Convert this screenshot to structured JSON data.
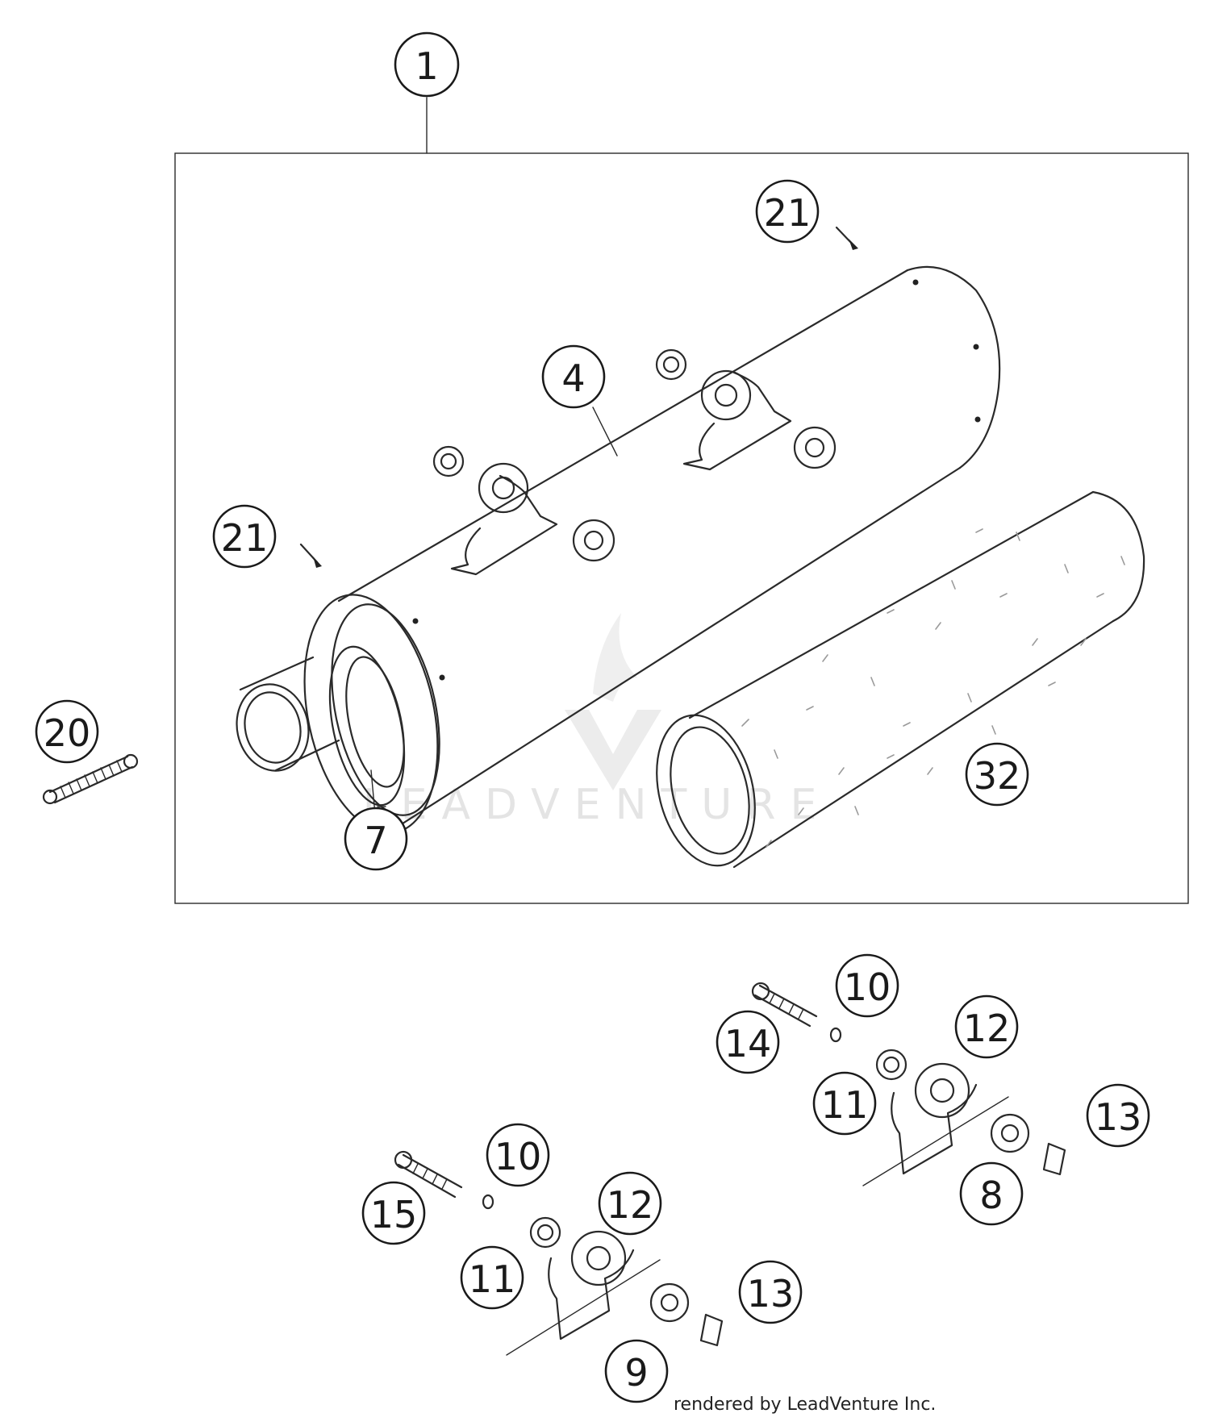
{
  "callouts": [
    {
      "id": "c1",
      "label": "1"
    },
    {
      "id": "c21a",
      "label": "21"
    },
    {
      "id": "c21b",
      "label": "21"
    },
    {
      "id": "c4",
      "label": "4"
    },
    {
      "id": "c20",
      "label": "20"
    },
    {
      "id": "c7",
      "label": "7"
    },
    {
      "id": "c32",
      "label": "32"
    },
    {
      "id": "c10a",
      "label": "10"
    },
    {
      "id": "c14",
      "label": "14"
    },
    {
      "id": "c12a",
      "label": "12"
    },
    {
      "id": "c11a",
      "label": "11"
    },
    {
      "id": "c13a",
      "label": "13"
    },
    {
      "id": "c8",
      "label": "8"
    },
    {
      "id": "c10b",
      "label": "10"
    },
    {
      "id": "c15",
      "label": "15"
    },
    {
      "id": "c12b",
      "label": "12"
    },
    {
      "id": "c11b",
      "label": "11"
    },
    {
      "id": "c13b",
      "label": "13"
    },
    {
      "id": "c9",
      "label": "9"
    }
  ],
  "watermark": "LEADVENTURE",
  "credit": "rendered by LeadVenture Inc."
}
